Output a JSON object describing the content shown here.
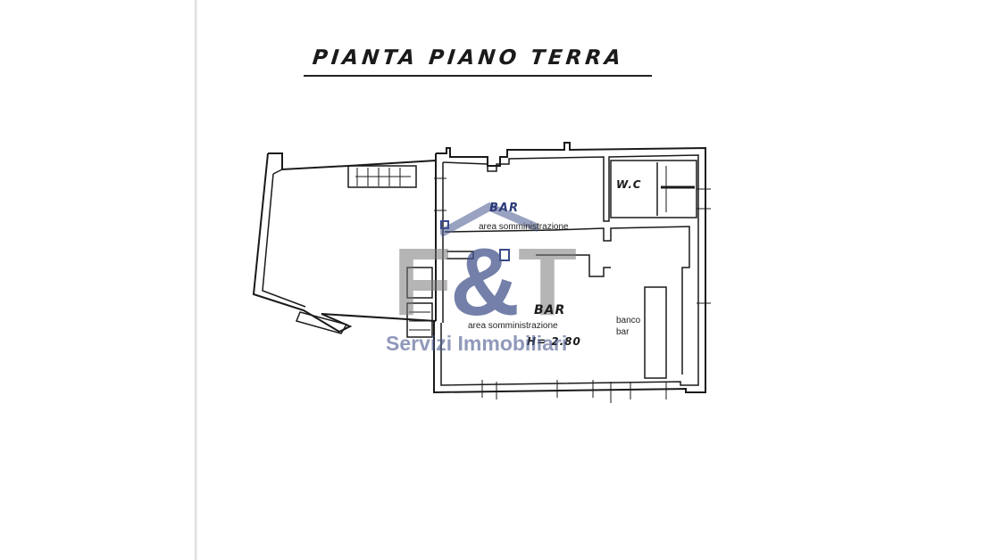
{
  "title": "PIANTA PIANO TERRA",
  "rooms": {
    "bar_upper": {
      "name": "BAR",
      "area": "area somministrazione"
    },
    "bar_lower": {
      "name": "BAR",
      "area": "area somministrazione",
      "height": "H= 2.80"
    },
    "wc": {
      "name": "W.C"
    },
    "counter": {
      "line1": "banco",
      "line2": "bar"
    }
  },
  "watermark": {
    "logo_letters": {
      "f": "F",
      "amp": "&",
      "t": "T"
    },
    "tagline": "Servizi Immobiliari",
    "colors": {
      "gray": "#8a8a8a",
      "blue": "#46558c"
    }
  }
}
